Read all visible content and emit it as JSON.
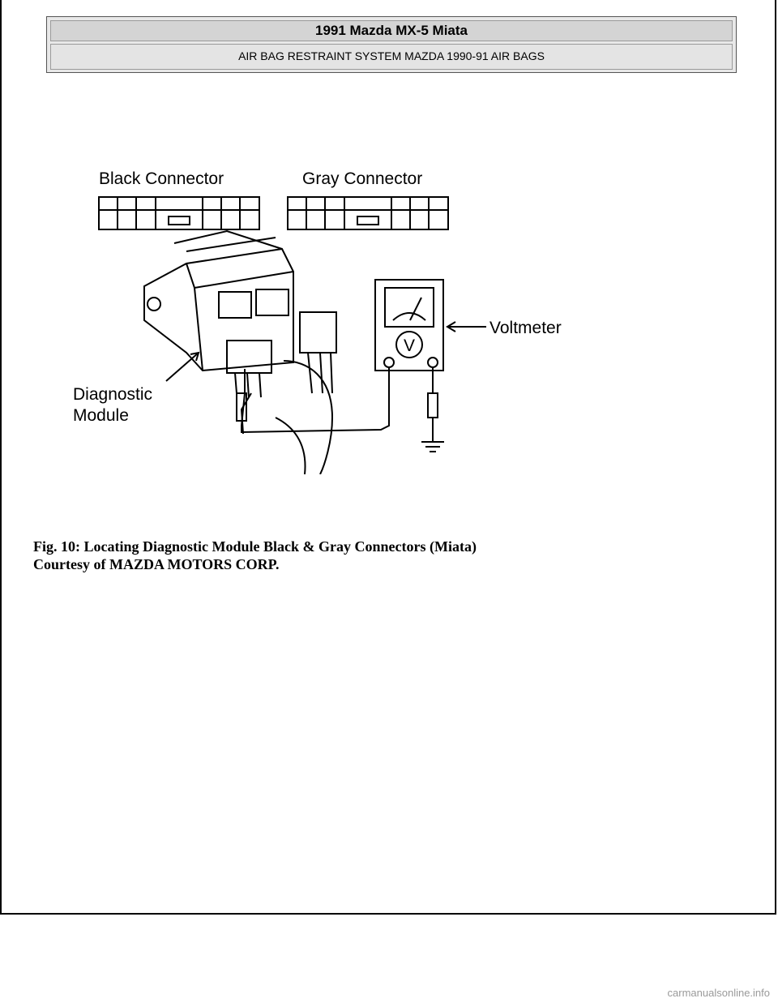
{
  "header": {
    "title": "1991 Mazda MX-5 Miata",
    "subtitle": "AIR BAG RESTRAINT SYSTEM MAZDA 1990-91 AIR BAGS"
  },
  "figure": {
    "labels": {
      "black_connector": "Black Connector",
      "gray_connector": "Gray Connector",
      "voltmeter": "Voltmeter",
      "diagnostic_line1": "Diagnostic",
      "diagnostic_line2": "Module",
      "meter_symbol": "V"
    }
  },
  "caption": {
    "line1": "Fig. 10: Locating Diagnostic Module Black & Gray Connectors (Miata)",
    "line2": "Courtesy of MAZDA MOTORS CORP."
  },
  "footer": {
    "watermark": "carmanualsonline.info"
  }
}
